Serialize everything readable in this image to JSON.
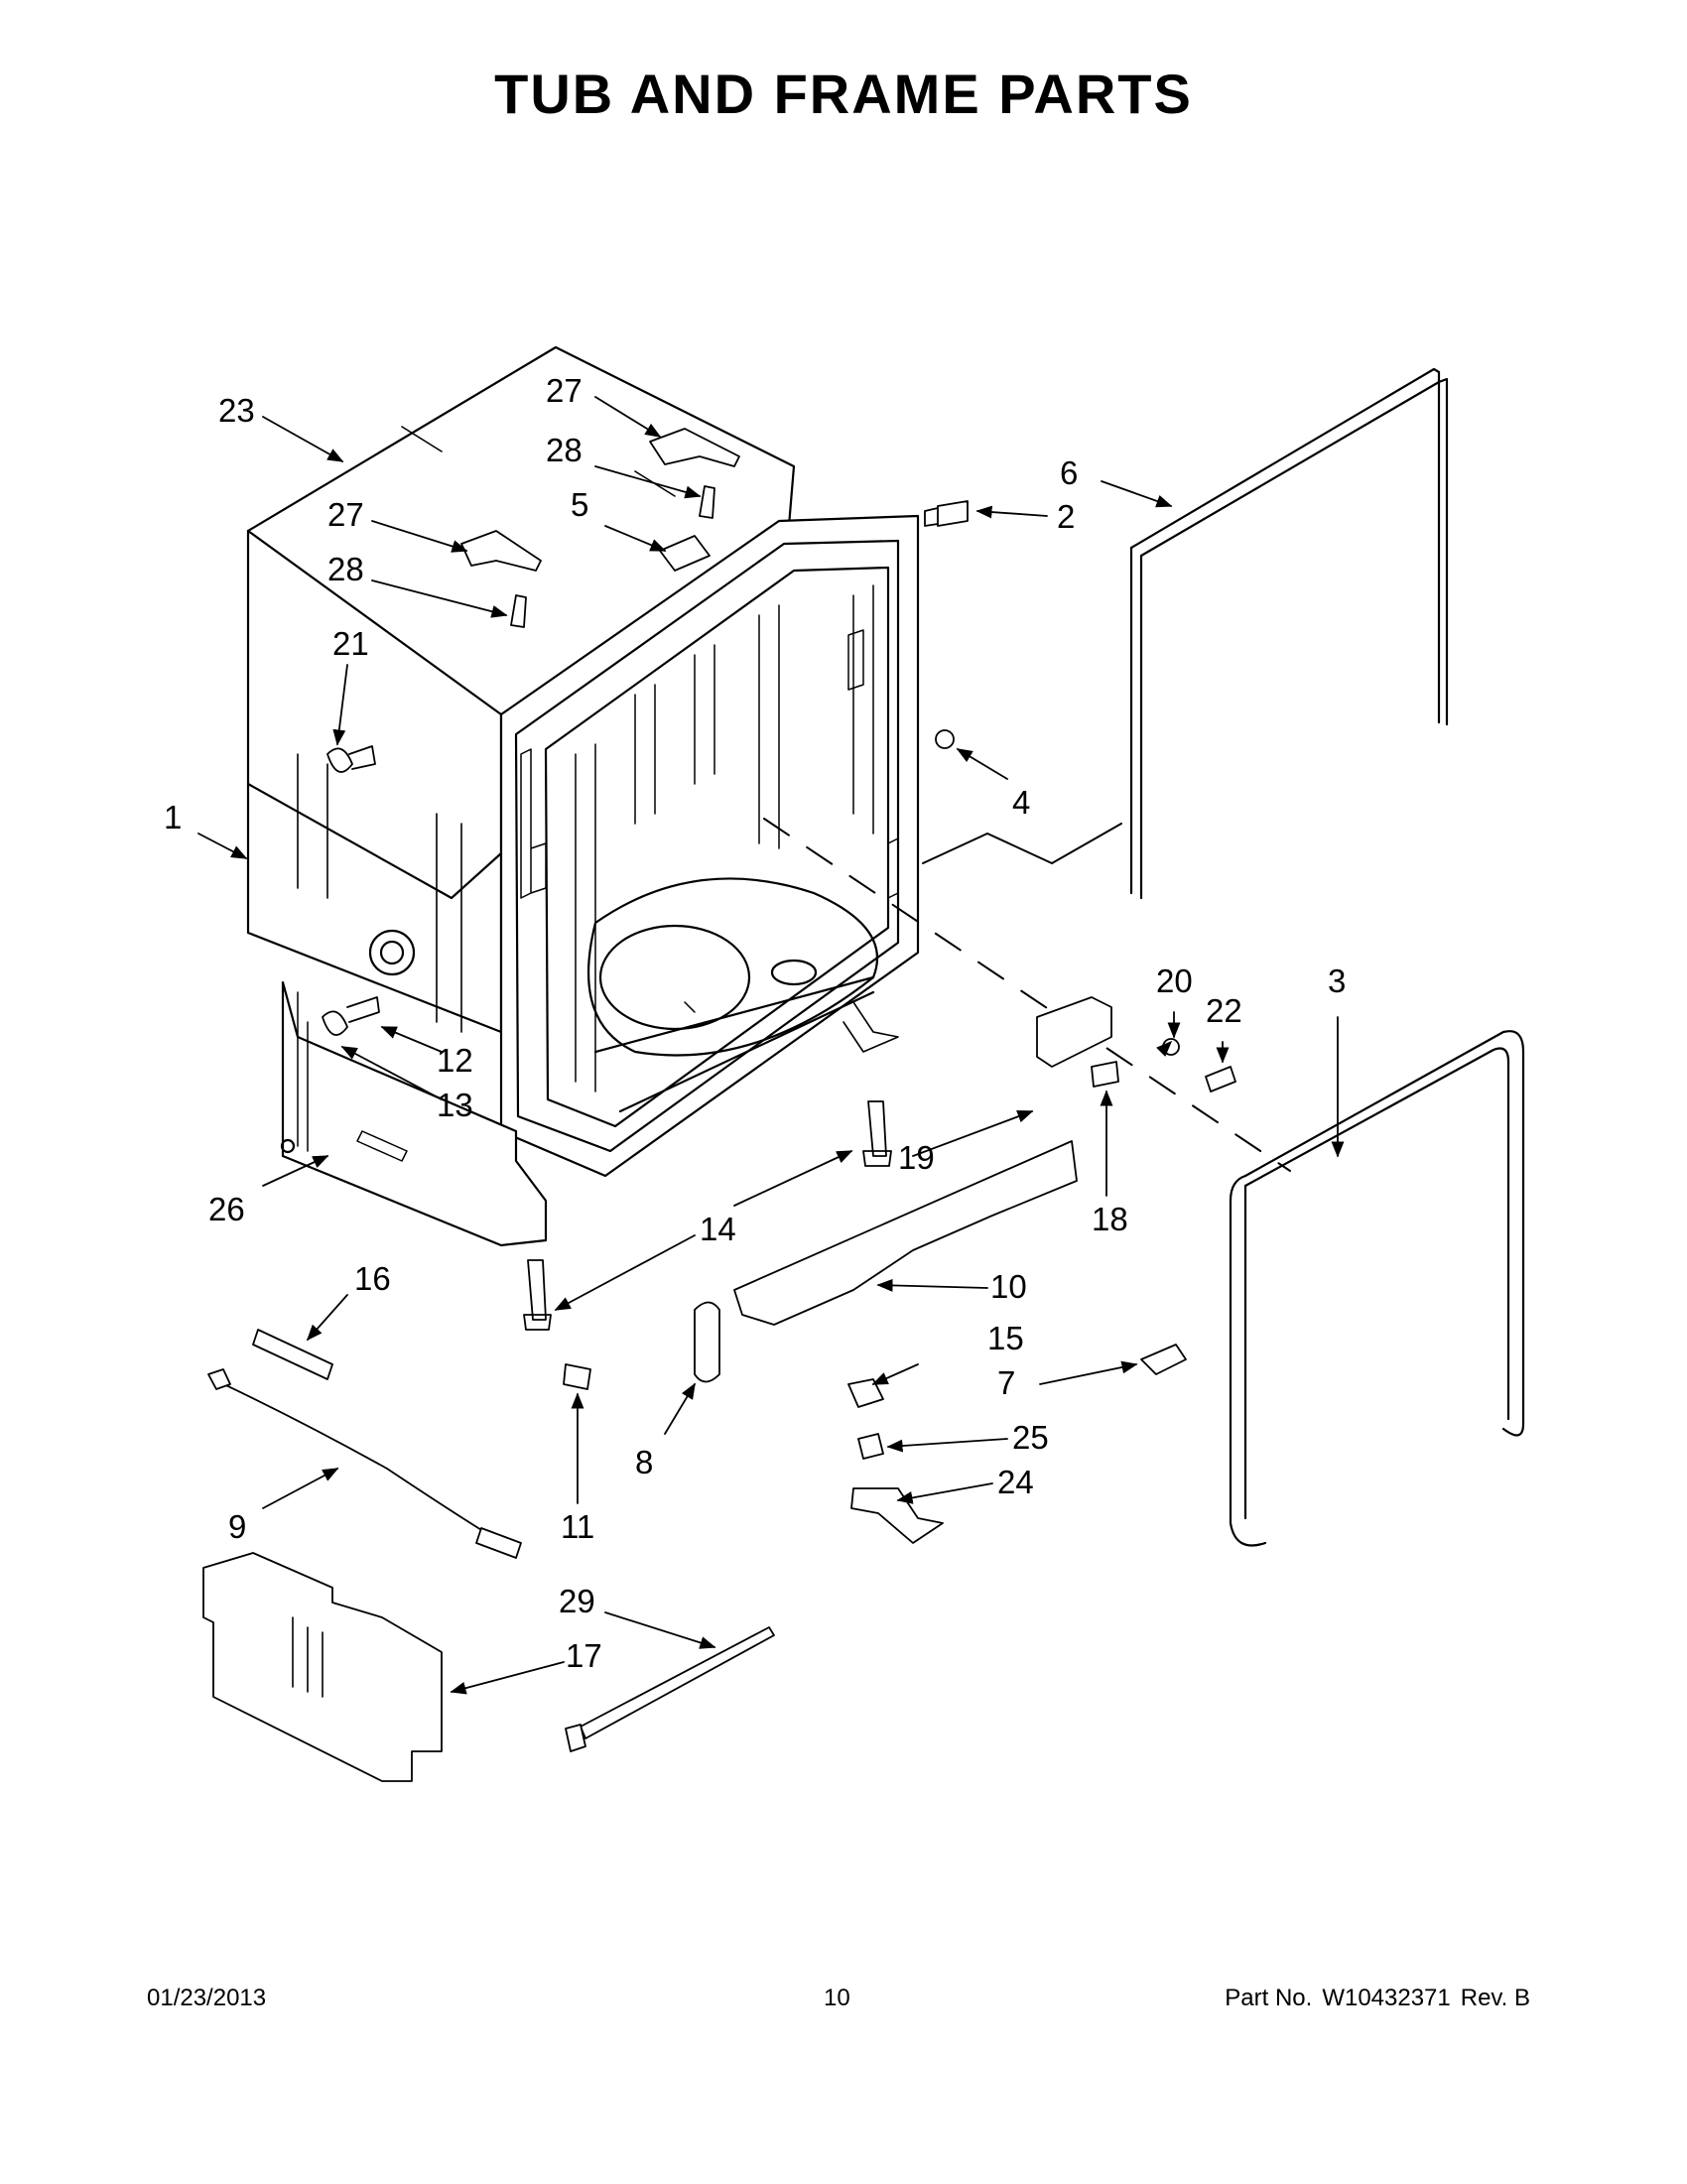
{
  "page": {
    "title": "TUB AND FRAME PARTS"
  },
  "callouts": [
    {
      "id": "c1",
      "text": "1"
    },
    {
      "id": "c2",
      "text": "2"
    },
    {
      "id": "c3",
      "text": "3"
    },
    {
      "id": "c4",
      "text": "4"
    },
    {
      "id": "c5",
      "text": "5"
    },
    {
      "id": "c6",
      "text": "6"
    },
    {
      "id": "c7",
      "text": "7"
    },
    {
      "id": "c8",
      "text": "8"
    },
    {
      "id": "c9",
      "text": "9"
    },
    {
      "id": "c10",
      "text": "10"
    },
    {
      "id": "c11",
      "text": "11"
    },
    {
      "id": "c12",
      "text": "12"
    },
    {
      "id": "c13",
      "text": "13"
    },
    {
      "id": "c14",
      "text": "14"
    },
    {
      "id": "c15",
      "text": "15"
    },
    {
      "id": "c16",
      "text": "16"
    },
    {
      "id": "c17",
      "text": "17"
    },
    {
      "id": "c18",
      "text": "18"
    },
    {
      "id": "c19",
      "text": "19"
    },
    {
      "id": "c20",
      "text": "20"
    },
    {
      "id": "c21",
      "text": "21"
    },
    {
      "id": "c22",
      "text": "22"
    },
    {
      "id": "c23",
      "text": "23"
    },
    {
      "id": "c24",
      "text": "24"
    },
    {
      "id": "c25",
      "text": "25"
    },
    {
      "id": "c26",
      "text": "26"
    },
    {
      "id": "c27a",
      "text": "27"
    },
    {
      "id": "c27b",
      "text": "27"
    },
    {
      "id": "c28a",
      "text": "28"
    },
    {
      "id": "c28b",
      "text": "28"
    },
    {
      "id": "c29",
      "text": "29"
    }
  ],
  "footer": {
    "date": "01/23/2013",
    "page_number": "10",
    "part_label": "Part No.",
    "part_number": "W10432371",
    "revision": "Rev. B"
  }
}
